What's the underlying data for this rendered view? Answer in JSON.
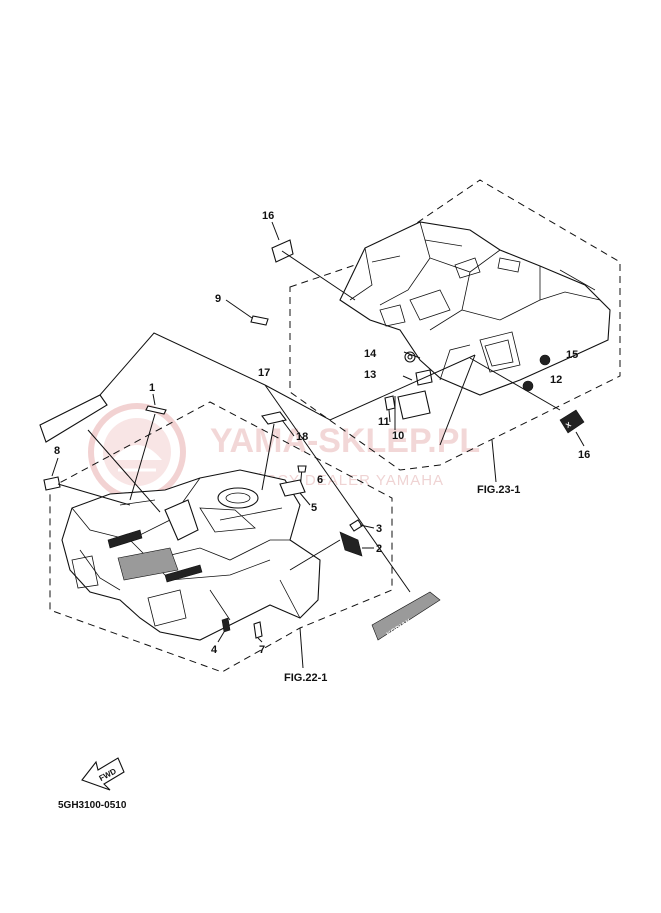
{
  "diagram": {
    "callouts": {
      "c1": "1",
      "c2": "2",
      "c3": "3",
      "c4": "4",
      "c5": "5",
      "c6": "6",
      "c7": "7",
      "c8": "8",
      "c9": "9",
      "c10": "10",
      "c11": "11",
      "c12": "12",
      "c13": "13",
      "c14": "14",
      "c15": "15",
      "c16a": "16",
      "c16b": "16",
      "c17": "17",
      "c18": "18"
    },
    "figure_refs": {
      "front": "FIG.22-1",
      "rear": "FIG.23-1"
    },
    "forward_arrow_label": "FWD",
    "decal_text": "KODIAK",
    "part_code": "5GH3100-0510"
  },
  "watermark": {
    "brand": "YAMA-SKLEP.PL",
    "tagline": "WOLIŃSCY DEALER YAMAHA"
  },
  "colors": {
    "line": "#111111",
    "watermark": "#e9b8b8",
    "background": "#ffffff"
  }
}
